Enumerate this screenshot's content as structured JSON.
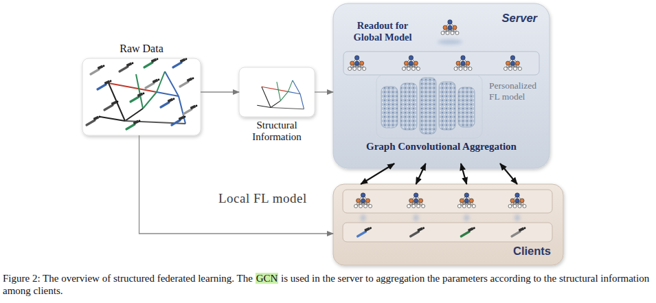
{
  "diagram": {
    "caption": "Figure 2: The overview of structured federated learning. The GCN is used in the server to aggregation the parameters according to the structural information among clients.",
    "nodes": [
      {
        "text": [
          "Raw Data"
        ]
      },
      {
        "text": [
          "Structural Information"
        ]
      },
      {
        "text": [
          "Server",
          "Readout for Global Model"
        ]
      },
      {
        "text": [
          "Personalized FL model",
          "Graph Convolutional Aggregation"
        ],
        "in": 2
      },
      {
        "text": [
          "Clients"
        ]
      }
    ],
    "edges": [
      {
        "from": 0,
        "to": 1,
        "arrow": "to"
      },
      {
        "from": 1,
        "to": 2,
        "arrow": "to"
      },
      {
        "from": 0,
        "to": 4,
        "arrow": "to"
      },
      {
        "from": 3,
        "to": 4,
        "arrow": "both"
      },
      {
        "from": 3,
        "to": 4,
        "arrow": "both"
      },
      {
        "from": 3,
        "to": 4,
        "arrow": "both"
      },
      {
        "from": 3,
        "to": 4,
        "arrow": "both"
      }
    ],
    "labels": [
      "Local FL model"
    ]
  }
}
